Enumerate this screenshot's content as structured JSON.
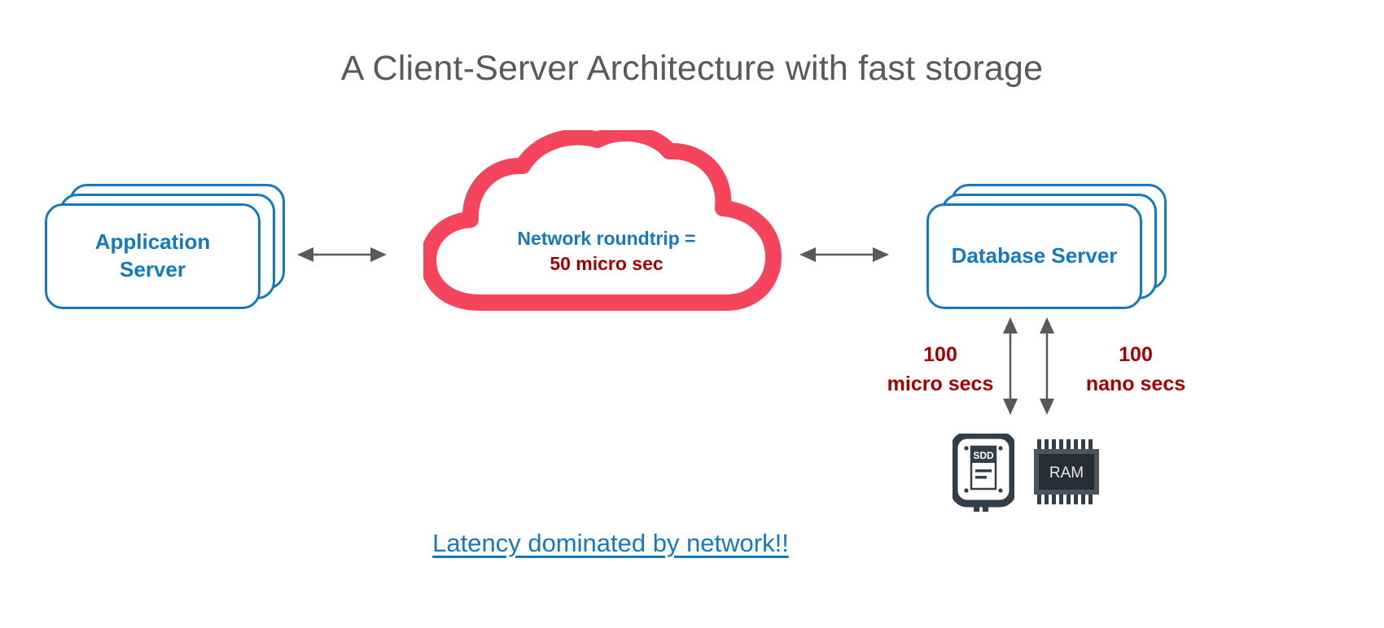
{
  "slide": {
    "title": "A Client-Server Architecture with fast storage",
    "background": "#FFFFFF"
  },
  "colors": {
    "title_gray": "#595959",
    "server_blue": "#1479BE",
    "cloud_red": "#F4455C",
    "latency_red": "#A80000",
    "arrow_gray": "#595959",
    "icon_dark": "#333F48"
  },
  "nodes": {
    "app_server": {
      "label": "Application\nServer",
      "shape": "stacked-rounded-rect",
      "stack_count": 3
    },
    "cloud": {
      "shape": "cloud",
      "line1": "Network roundtrip =",
      "line2": "50 micro sec"
    },
    "db_server": {
      "label": "Database Server",
      "shape": "stacked-rounded-rect",
      "stack_count": 3
    }
  },
  "connectors": {
    "app_to_cloud": {
      "style": "double-headed-horizontal"
    },
    "cloud_to_db": {
      "style": "double-headed-horizontal"
    },
    "db_to_ssd": {
      "style": "double-headed-vertical"
    },
    "db_to_ram": {
      "style": "double-headed-vertical"
    }
  },
  "latency": {
    "ssd": "100\nmicro secs",
    "ram": "100\nnano secs"
  },
  "storage": {
    "ssd": {
      "icon": "ssd-drive-icon",
      "label": "SDD"
    },
    "ram": {
      "icon": "ram-chip-icon",
      "label": "RAM"
    }
  },
  "footer": {
    "link_text": "Latency dominated by network!!"
  }
}
